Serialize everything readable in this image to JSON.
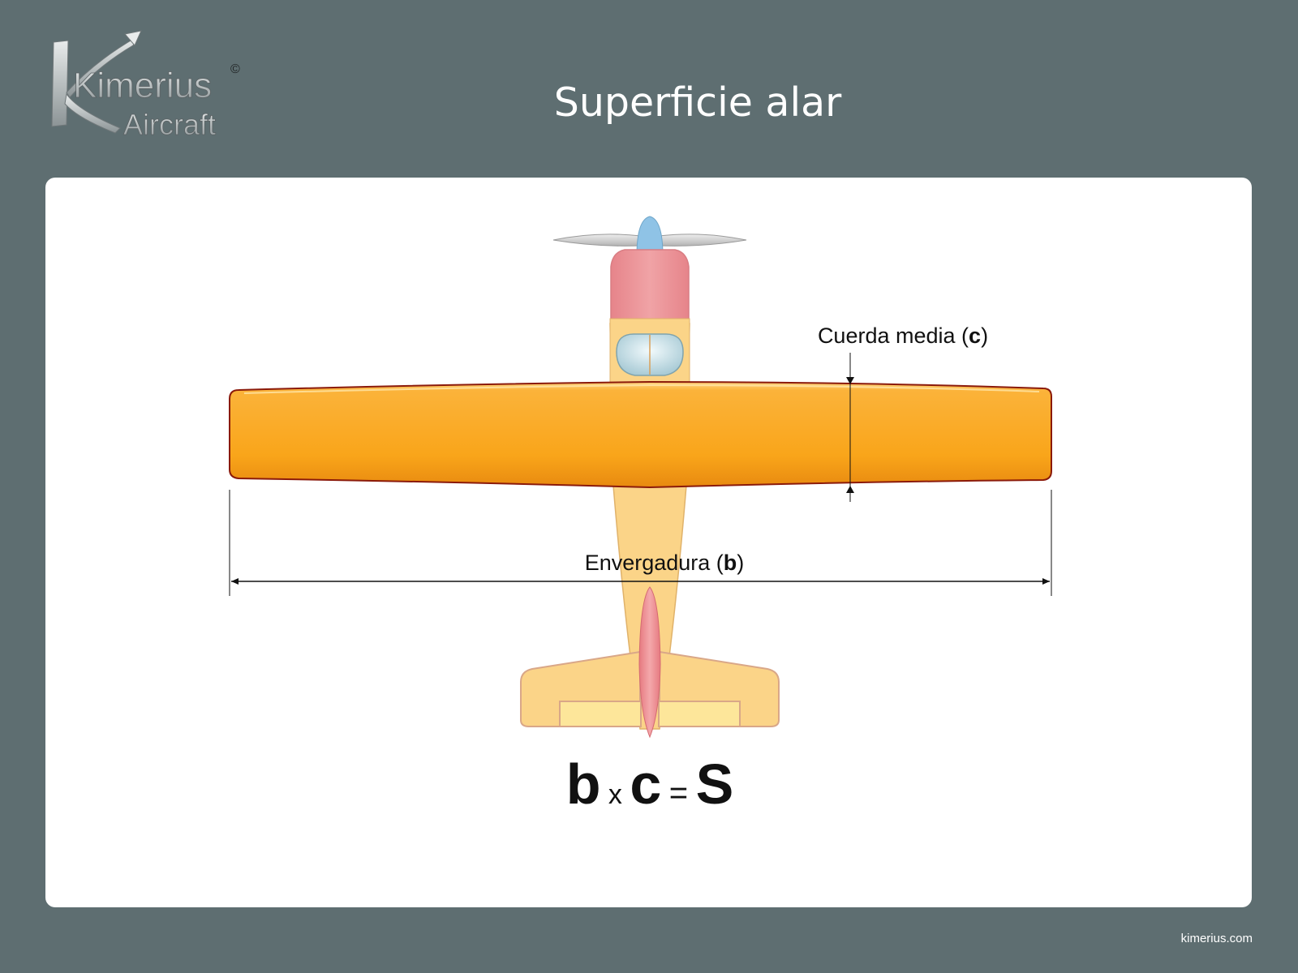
{
  "header": {
    "logo": {
      "line1": "Kimerius",
      "line2": "Aircraft",
      "mark": "©"
    },
    "title": "Superficie alar"
  },
  "diagram": {
    "chord_label": "Cuerda media",
    "chord_symbol": "c",
    "span_label": "Envergadura",
    "span_symbol": "b",
    "formula": {
      "left": "b",
      "times": "x",
      "middle": "c",
      "equals": "=",
      "result": "S"
    }
  },
  "footer": {
    "site": "kimerius.com"
  },
  "colors": {
    "background": "#5e6e71",
    "wing": "#f9a51a",
    "wing_outline": "#8b1a0a",
    "fuselage": "#fbd488",
    "nose": "#e58a8d",
    "spinner": "#8fc3e6",
    "canopy": "#cfe6ee"
  }
}
